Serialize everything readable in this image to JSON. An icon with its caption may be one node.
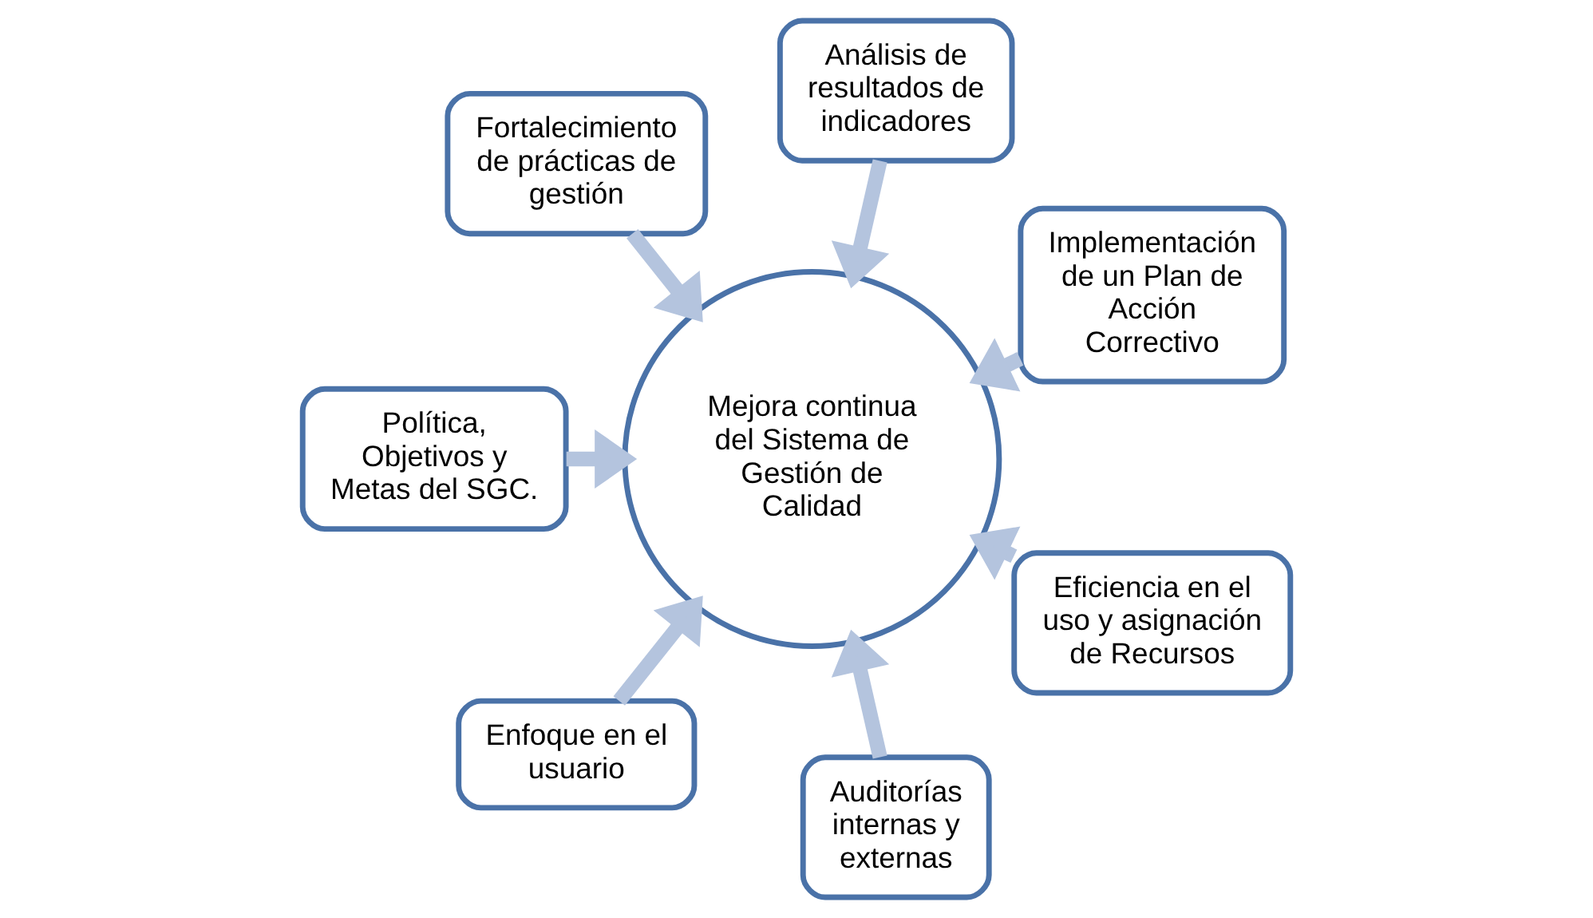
{
  "diagram": {
    "nodes": [
      {
        "text": [
          "Implementación de un Plan de Acción Correctivo"
        ]
      },
      {
        "text": [
          "Análisis de resultados de indicadores"
        ]
      },
      {
        "text": [
          "Fortalecimiento de prácticas de gestión"
        ]
      },
      {
        "text": [
          "Política,  Objetivos y Metas del SGC."
        ]
      },
      {
        "text": [
          "Enfoque en el usuario"
        ]
      },
      {
        "text": [
          "Auditorías internas y externas"
        ]
      },
      {
        "text": [
          "Mejora continua del Sistema de Gestión de Calidad"
        ]
      },
      {
        "text": [
          "Eficiencia en el uso y asignación de Recursos"
        ]
      }
    ],
    "edges": [
      {
        "from": 0,
        "to": 6,
        "arrow": "to"
      },
      {
        "from": 1,
        "to": 6,
        "arrow": "to"
      },
      {
        "from": 2,
        "to": 6,
        "arrow": "to"
      },
      {
        "from": 3,
        "to": 6,
        "arrow": "to"
      },
      {
        "from": 4,
        "to": 6,
        "arrow": "to"
      },
      {
        "from": 5,
        "to": 6,
        "arrow": "to"
      },
      {
        "from": 7,
        "to": 6,
        "arrow": "to"
      }
    ]
  }
}
